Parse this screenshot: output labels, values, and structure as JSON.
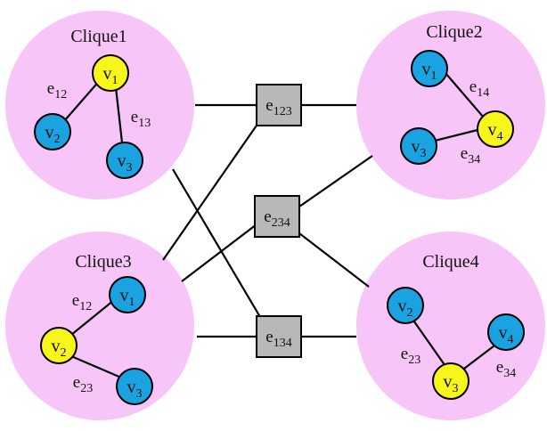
{
  "colors": {
    "clique_fill": "#f7c5f7",
    "vertex_blue": "#1aa3e0",
    "vertex_yellow": "#f8f51a",
    "hyperedge_fill": "#b8b8b8",
    "line": "#000000"
  },
  "cliques": [
    {
      "title": "Clique1",
      "vertices": [
        {
          "base": "v",
          "sub": "1",
          "color": "yellow"
        },
        {
          "base": "v",
          "sub": "2",
          "color": "blue"
        },
        {
          "base": "v",
          "sub": "3",
          "color": "blue"
        }
      ],
      "edges": [
        {
          "base": "e",
          "sub": "12"
        },
        {
          "base": "e",
          "sub": "13"
        }
      ]
    },
    {
      "title": "Clique2",
      "vertices": [
        {
          "base": "v",
          "sub": "1",
          "color": "blue"
        },
        {
          "base": "v",
          "sub": "4",
          "color": "yellow"
        },
        {
          "base": "v",
          "sub": "3",
          "color": "blue"
        }
      ],
      "edges": [
        {
          "base": "e",
          "sub": "14"
        },
        {
          "base": "e",
          "sub": "34"
        }
      ]
    },
    {
      "title": "Clique3",
      "vertices": [
        {
          "base": "v",
          "sub": "1",
          "color": "blue"
        },
        {
          "base": "v",
          "sub": "2",
          "color": "yellow"
        },
        {
          "base": "v",
          "sub": "3",
          "color": "blue"
        }
      ],
      "edges": [
        {
          "base": "e",
          "sub": "12"
        },
        {
          "base": "e",
          "sub": "23"
        }
      ]
    },
    {
      "title": "Clique4",
      "vertices": [
        {
          "base": "v",
          "sub": "2",
          "color": "blue"
        },
        {
          "base": "v",
          "sub": "3",
          "color": "yellow"
        },
        {
          "base": "v",
          "sub": "4",
          "color": "blue"
        }
      ],
      "edges": [
        {
          "base": "e",
          "sub": "23"
        },
        {
          "base": "e",
          "sub": "34"
        }
      ]
    }
  ],
  "hyperedges": [
    {
      "base": "e",
      "sub": "123",
      "connects": [
        "Clique1",
        "Clique2",
        "Clique3"
      ]
    },
    {
      "base": "e",
      "sub": "234",
      "connects": [
        "Clique2",
        "Clique3",
        "Clique4"
      ]
    },
    {
      "base": "e",
      "sub": "134",
      "connects": [
        "Clique1",
        "Clique3",
        "Clique4"
      ]
    }
  ]
}
